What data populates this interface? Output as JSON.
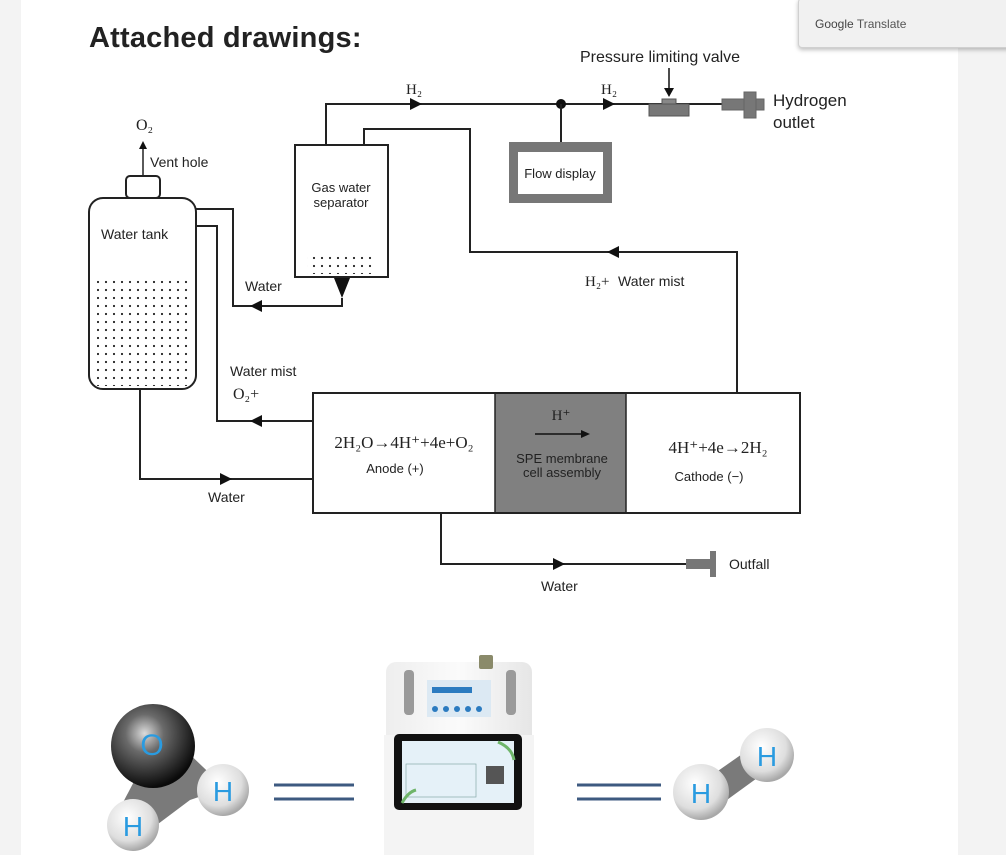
{
  "page": {
    "heading": "Attached drawings:",
    "background_color": "#f3f3f3",
    "content_color": "#ffffff"
  },
  "translate_popup": {
    "brand": "Google",
    "product": "Translate"
  },
  "diagram": {
    "components": {
      "water_tank": "Water tank",
      "vent_hole": "Vent hole",
      "vent_gas": "O₂",
      "gas_water_separator_line1": "Gas water",
      "gas_water_separator_line2": "separator",
      "flow_display": "Flow display",
      "pressure_limiting_valve": "Pressure limiting valve",
      "hydrogen_outlet_line1": "Hydrogen",
      "hydrogen_outlet_line2": "outlet",
      "outfall": "Outfall"
    },
    "flows": {
      "h2_top_left": "H₂",
      "h2_top_right": "H₂",
      "h2_water_mist_chem": "H₂+",
      "h2_water_mist_text": "Water mist",
      "separator_return_water": "Water",
      "o2_water_mist_text": "Water mist",
      "o2_water_mist_chem": "O₂+",
      "tank_to_anode_water": "Water",
      "drain_water": "Water"
    },
    "cell": {
      "anode_equation": "2H₂O→4H⁺+4e+O₂",
      "anode_label": "Anode (+)",
      "membrane_ion": "H⁺",
      "membrane_label_line1": "SPE membrane",
      "membrane_label_line2": "cell assembly",
      "cathode_equation": "4H⁺+4e→2H₂",
      "cathode_label": "Cathode (−)",
      "membrane_color": "#808080"
    }
  },
  "illustration": {
    "water_molecule": {
      "atoms": [
        "O",
        "H",
        "H"
      ]
    },
    "hydrogen_molecule": {
      "atoms": [
        "H",
        "H"
      ]
    },
    "atom_letter_color": "#2a9be0",
    "equals_color": "#3d5a80",
    "device": "hydrogen generator device"
  }
}
